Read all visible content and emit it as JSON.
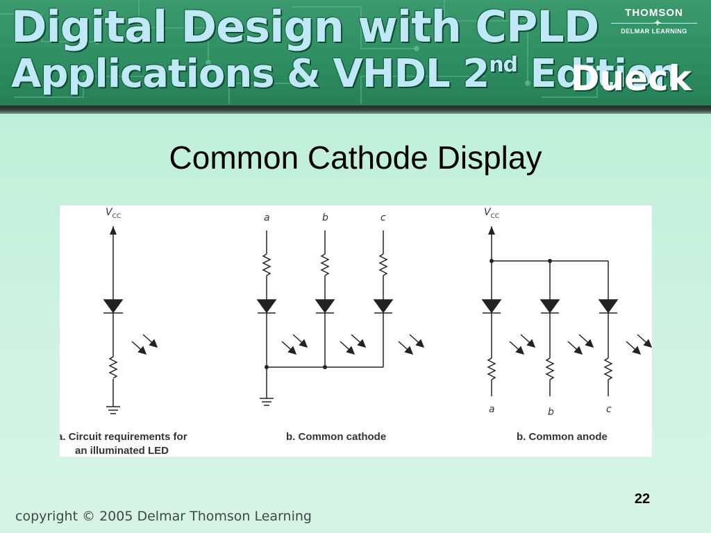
{
  "banner": {
    "title_line1": "Digital Design with CPLD",
    "title_line2_main": "Applications & VHDL 2",
    "title_line2_sup": "nd",
    "title_line2_end": " Edition",
    "author": "Dueck",
    "publisher_line1": "THOMSON",
    "publisher_line2": "DELMAR LEARNING"
  },
  "slide": {
    "title": "Common Cathode Display",
    "page_number": "22",
    "copyright": "copyright © 2005 Delmar Thomson Learning"
  },
  "figure": {
    "a": {
      "supply": "V",
      "supply_sub": "CC",
      "caption_line1": "a. Circuit requirements for",
      "caption_line2": "an illuminated LED"
    },
    "b": {
      "inputs": [
        "a",
        "b",
        "c"
      ],
      "caption": "b. Common cathode"
    },
    "c": {
      "supply": "V",
      "supply_sub": "CC",
      "outputs": [
        "a",
        "b",
        "c"
      ],
      "caption": "b. Common anode"
    }
  }
}
